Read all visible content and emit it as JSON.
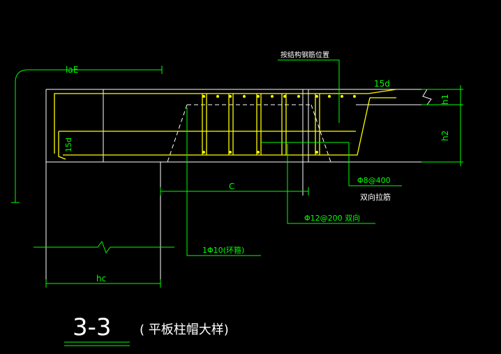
{
  "drawing": {
    "section_number": "3-3",
    "section_title": "( 平板柱帽大样)",
    "labels": {
      "anchorage_length": "laE",
      "top_extension": "15d",
      "bottom_hook": "15d",
      "cap_width": "C",
      "column_width": "hc",
      "slab_thickness": "h1",
      "cap_thickness": "h2"
    },
    "callouts": {
      "slab_bar_note": "按结构钢筋位置",
      "tie_bar": "Φ8@400",
      "tie_bar_note": "双向拉筋",
      "cap_bars": "Φ12@200 双向",
      "ring_bar": "1Φ10(环箍)"
    }
  },
  "colors": {
    "background": "#000000",
    "outline": "#ffffff",
    "rebar": "#ffff00",
    "dimension": "#00ff00",
    "dashed": "#ffffff"
  }
}
